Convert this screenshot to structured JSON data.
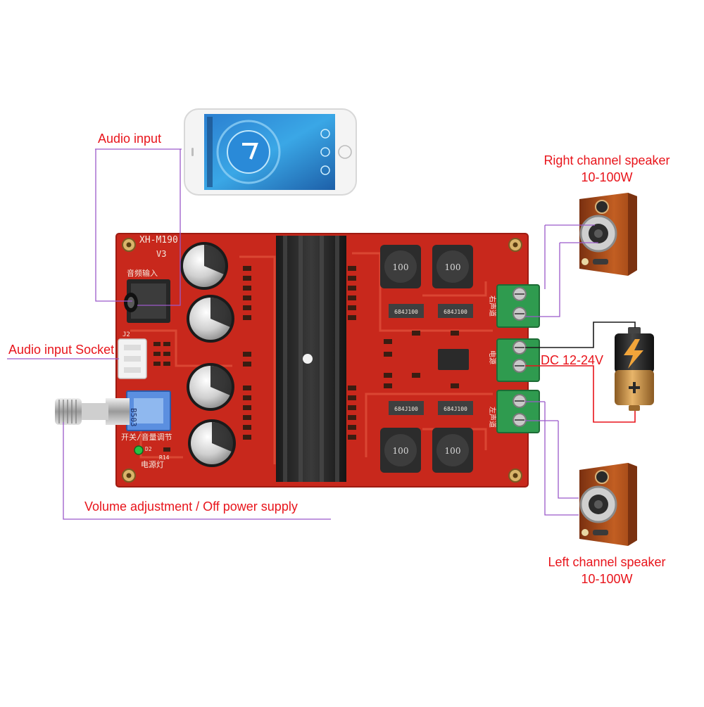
{
  "labels": {
    "audio_input": "Audio input",
    "audio_input_socket": "Audio input Socket",
    "volume_adjustment": "Volume adjustment / Off power supply",
    "right_speaker_name": "Right channel speaker",
    "right_speaker_power": "10-100W",
    "left_speaker_name": "Left channel speaker",
    "left_speaker_power": "10-100W",
    "dc_supply": "DC 12-24V"
  },
  "board": {
    "model": "XH-M190",
    "version": "V3",
    "audio_in_cn": "音频输入",
    "switch_volume_cn": "开关/音量调节",
    "power_led_cn": "电源灯",
    "right_channel_cn": "右声道",
    "power_cn": "电源",
    "left_channel_cn": "左声道",
    "pot_code": "B503",
    "inductor_code": "100",
    "sil_code": "684J100",
    "connector_label": "J2",
    "led_label": "D2",
    "resistor_label": "R14"
  },
  "colors": {
    "label_text": "#e8141b",
    "leader_line": "#9b59c9",
    "pcb": "#c8281c",
    "terminal_block": "#2f9b4f",
    "speaker_wood": "#b8561f"
  }
}
